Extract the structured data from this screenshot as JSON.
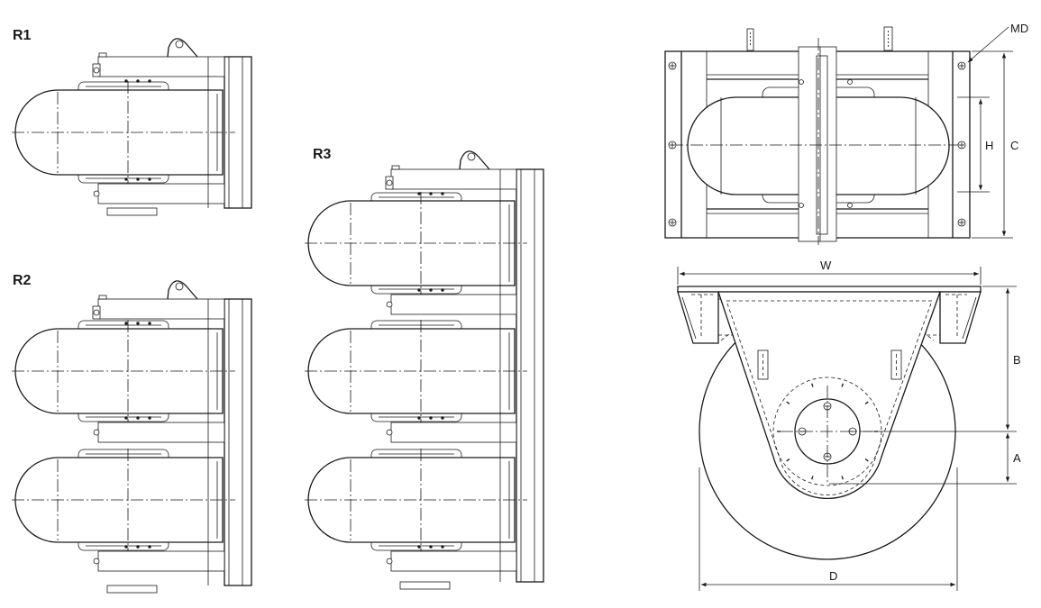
{
  "labels": {
    "r1": "R1",
    "r2": "R2",
    "r3": "R3",
    "md": "MD",
    "h": "H",
    "c": "C",
    "w": "W",
    "b": "B",
    "a": "A",
    "d": "D"
  }
}
